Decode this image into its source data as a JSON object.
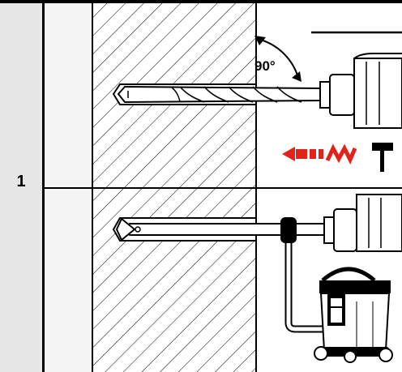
{
  "step": {
    "number": "1"
  },
  "drilling": {
    "angle_label": "90°"
  },
  "icons": {
    "hammer_mode_arrow": "red-dashed-left-arrow",
    "hammer_mode_symbol": "hammer-icon",
    "dust_extraction": "vacuum-cleaner-icon"
  },
  "colors": {
    "line": "#000000",
    "step_column": "#e6e6e6",
    "left_panel": "#f4f4f4",
    "accent_red": "#e2231a"
  }
}
